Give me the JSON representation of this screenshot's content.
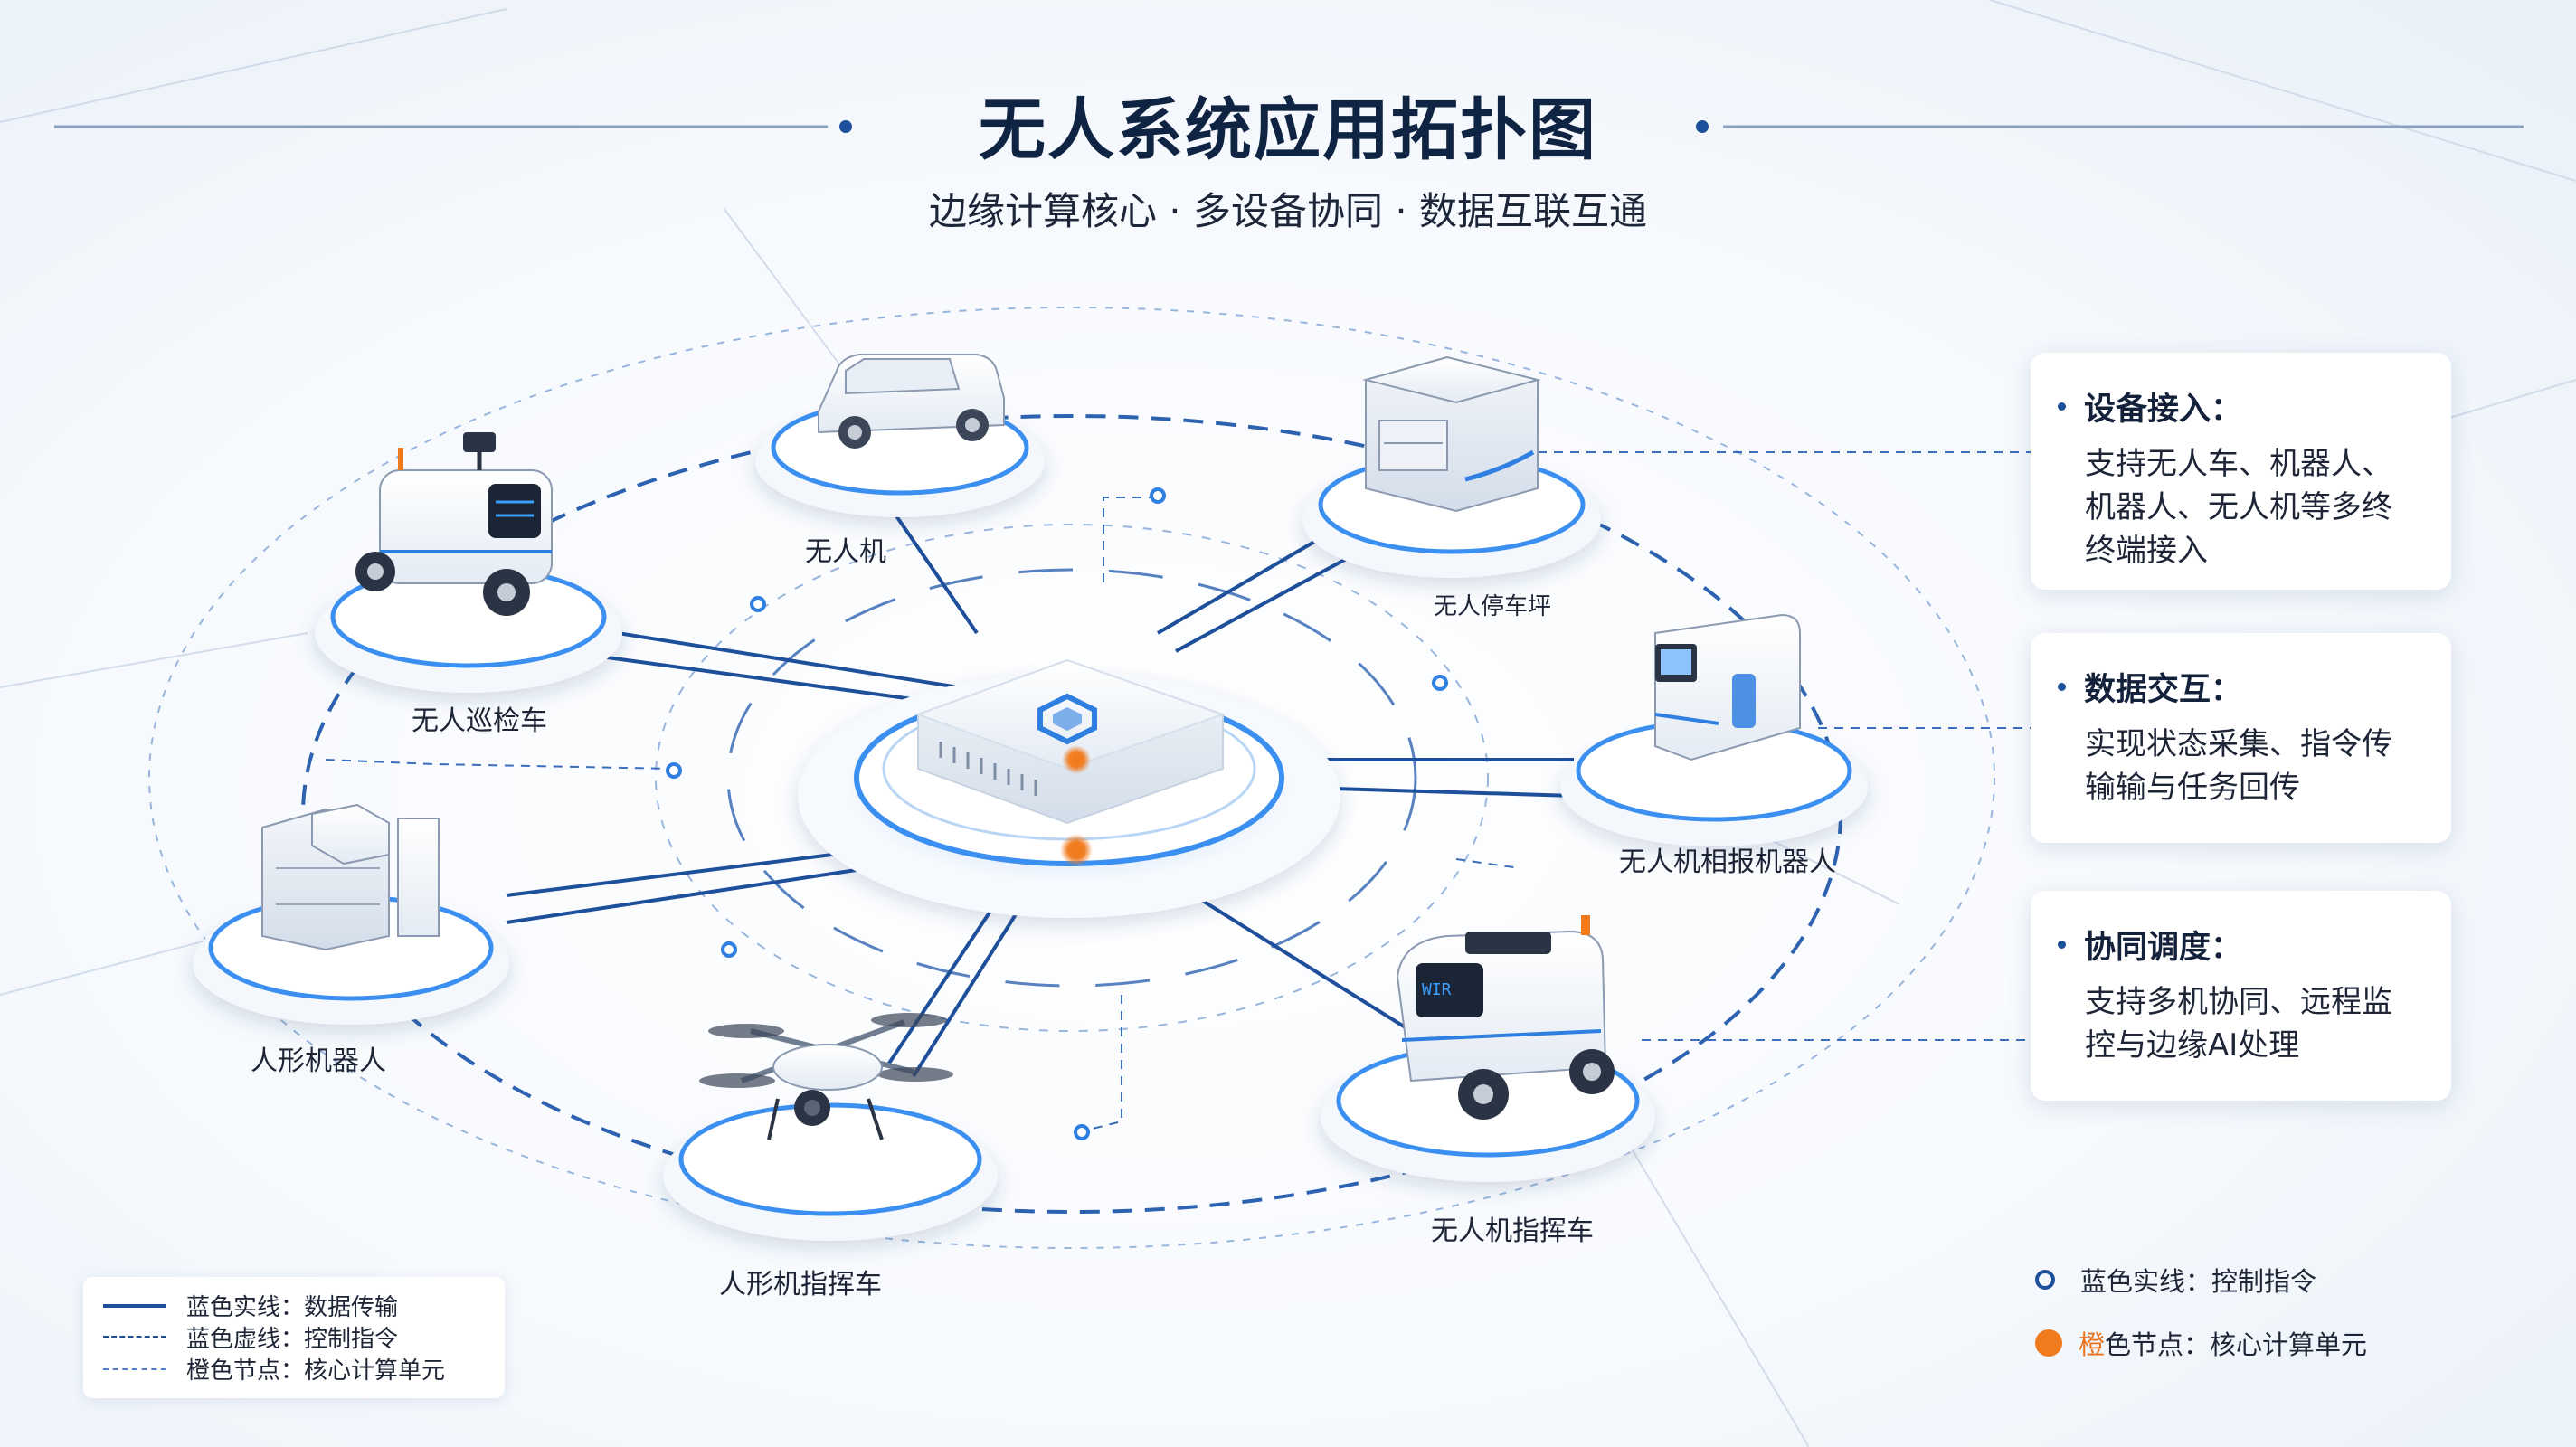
{
  "header": {
    "title": "无人系统应用拓扑图",
    "subtitle": "边缘计算核心 · 多设备协同 · 数据互联互通"
  },
  "nodes": [
    {
      "id": "suv",
      "label": "无人机",
      "icon": "suv-car-icon"
    },
    {
      "id": "patrol",
      "label": "无人巡检车",
      "icon": "patrol-robot-vehicle-icon"
    },
    {
      "id": "pad",
      "label": "无人停车坪",
      "icon": "parking-pad-station-icon"
    },
    {
      "id": "kiosk",
      "label": "无人机相报机器人",
      "icon": "kiosk-robot-icon"
    },
    {
      "id": "humanoid",
      "label": "人形机器人",
      "icon": "humanoid-robot-icon"
    },
    {
      "id": "drone",
      "label": "人形机指挥车",
      "icon": "drone-icon"
    },
    {
      "id": "command",
      "label": "无人机指挥车",
      "icon": "command-vehicle-icon"
    }
  ],
  "cards": [
    {
      "title": "设备接入：",
      "lines": [
        "支持无人车、机器人、",
        "机器人、无人机等多终",
        "终端接入"
      ]
    },
    {
      "title": "数据交互：",
      "lines": [
        "实现状态采集、指令传",
        "输输与任务回传"
      ]
    },
    {
      "title": "协同调度：",
      "lines": [
        "支持多机协同、远程监",
        "控与边缘AI处理"
      ]
    }
  ],
  "legend_left": [
    {
      "label": "蓝色实线：数据传输"
    },
    {
      "label": "蓝色虚线：控制指令"
    },
    {
      "label": "橙色节点：核心计算单元"
    }
  ],
  "legend_right": [
    {
      "label": "蓝色实线：控制指令"
    },
    {
      "highlight": "橙",
      "label": "色节点：核心计算单元"
    }
  ],
  "colors": {
    "primary": "#1e4f9b",
    "accent_blue": "#2f7fe0",
    "core_orange": "#f07a1e",
    "title": "#0f2442"
  }
}
